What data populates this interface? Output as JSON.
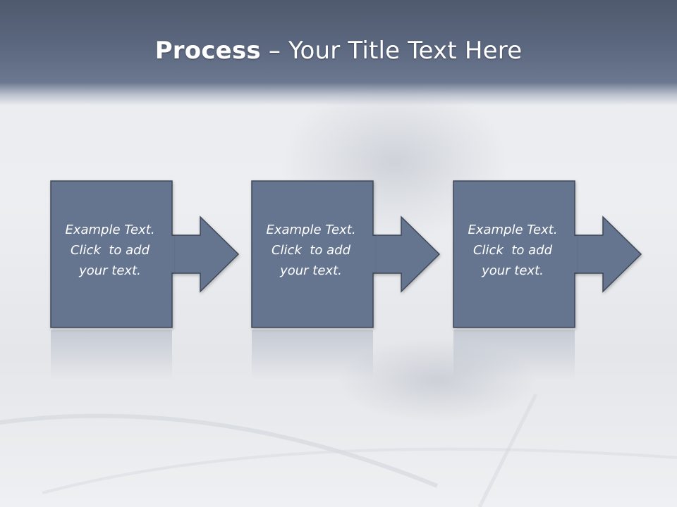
{
  "title": {
    "bold": "Process",
    "rest": " – Your Title Text Here"
  },
  "steps": [
    {
      "lines": [
        "Example Text.",
        "Click  to add",
        "your text."
      ]
    },
    {
      "lines": [
        "Example Text.",
        "Click  to add",
        "your text."
      ]
    },
    {
      "lines": [
        "Example Text.",
        "Click  to add",
        "your text."
      ]
    }
  ],
  "colors": {
    "box_fill": "#66758f",
    "box_stroke": "#3e4757",
    "header": "#5c6880"
  }
}
